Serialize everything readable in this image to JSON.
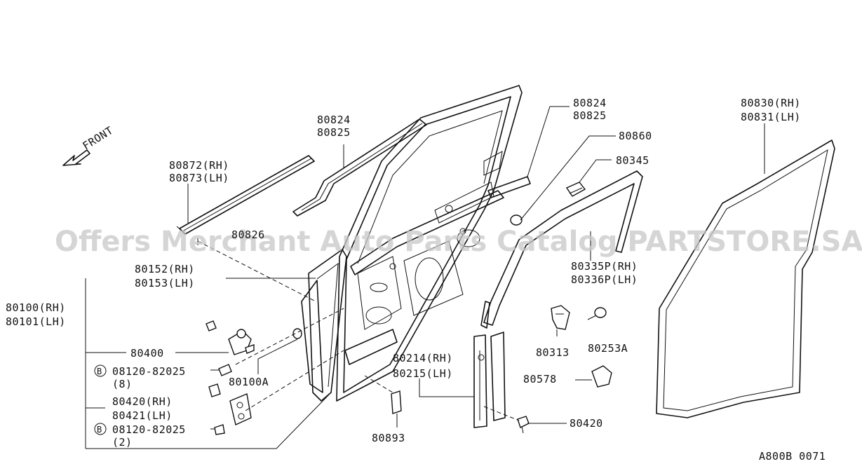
{
  "watermark": "Offers Merchant Auto Parts Catalog PARTSTORE.SA",
  "diagram_code": "A800B 0071",
  "front_label": "FRONT",
  "labels": {
    "p80872": "80872(RH)",
    "p80873": "80873(LH)",
    "p80824a": "80824",
    "p80825a": "80825",
    "p80824b": "80824",
    "p80825b": "80825",
    "p80860": "80860",
    "p80345": "80345",
    "p80830": "80830(RH)",
    "p80831": "80831(LH)",
    "p80826": "80826",
    "p80152": "80152(RH)",
    "p80153": "80153(LH)",
    "p80100": "80100(RH)",
    "p80101": "80101(LH)",
    "p80335": "80335P(RH)",
    "p80336": "80336P(LH)",
    "p80400": "80400",
    "b08120a": "08120-82025",
    "b08120a_qty": "(8)",
    "p80100A": "80100A",
    "p80214": "80214(RH)",
    "p80215": "80215(LH)",
    "p80313": "80313",
    "p80253A": "80253A",
    "p80578": "80578",
    "p80420a": "80420(RH)",
    "p80421": "80421(LH)",
    "b08120b": "08120-82025",
    "b08120b_qty": "(2)",
    "p80893": "80893",
    "p80420b": "80420",
    "bolt_mark": "B"
  }
}
